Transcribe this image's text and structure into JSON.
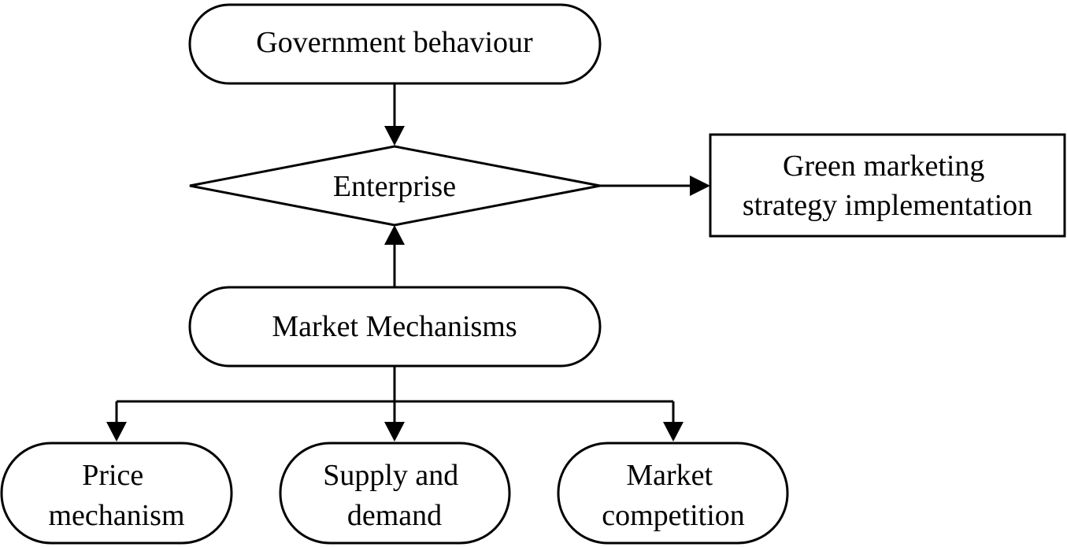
{
  "nodes": {
    "government": {
      "label": "Government behaviour"
    },
    "enterprise": {
      "label": "Enterprise"
    },
    "green_marketing": {
      "lines": [
        "Green marketing",
        "strategy implementation"
      ]
    },
    "market_mechanisms": {
      "label": "Market Mechanisms"
    },
    "price": {
      "lines": [
        "Price",
        "mechanism"
      ]
    },
    "supply": {
      "lines": [
        "Supply and",
        "demand"
      ]
    },
    "competition": {
      "lines": [
        "Market",
        "competition"
      ]
    }
  },
  "edges": [
    {
      "from": "government",
      "to": "enterprise"
    },
    {
      "from": "market_mechanisms",
      "to": "enterprise"
    },
    {
      "from": "enterprise",
      "to": "green_marketing"
    },
    {
      "from": "market_mechanisms",
      "to": "price"
    },
    {
      "from": "market_mechanisms",
      "to": "supply"
    },
    {
      "from": "market_mechanisms",
      "to": "competition"
    }
  ]
}
